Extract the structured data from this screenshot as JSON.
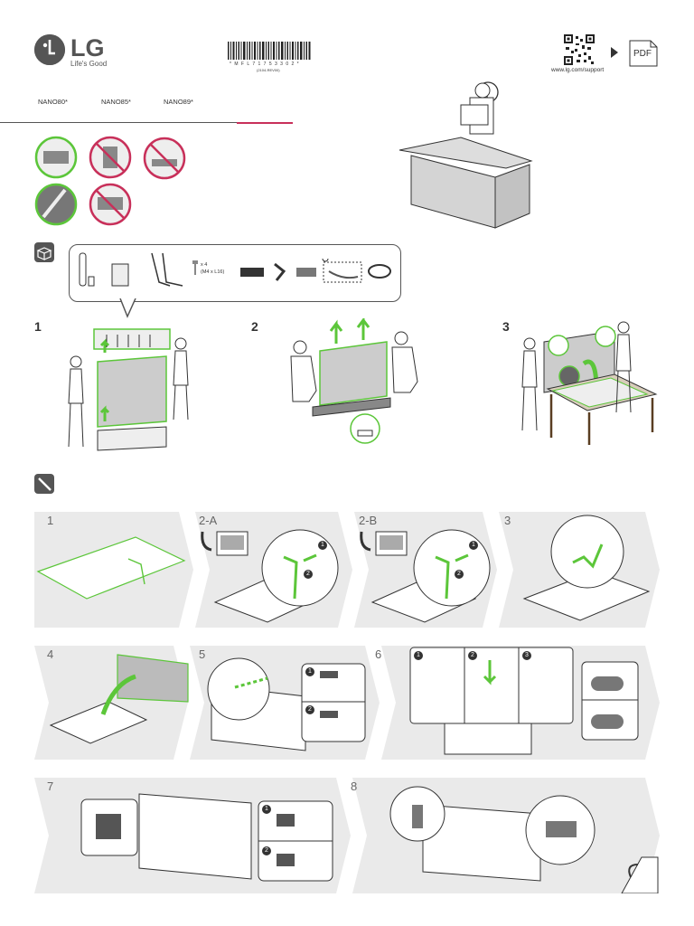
{
  "brand": {
    "logo_text": "LG",
    "tagline": "Life's Good"
  },
  "barcode": {
    "number": "* M F L 7 1 7 5 3 3 0 2 *",
    "revision": "(2104-REV00)"
  },
  "support": {
    "url": "www.lg.com/support",
    "pdf_label": "PDF"
  },
  "models": [
    "NANO80*",
    "NANO85*",
    "NANO89*"
  ],
  "parts": {
    "screw_count": "x 4",
    "screw_size": "(M4 x L16)"
  },
  "unpack_steps": [
    "1",
    "2",
    "3"
  ],
  "assembly_steps": [
    "1",
    "2-A",
    "2-B",
    "3",
    "4",
    "5",
    "6",
    "7",
    "8"
  ],
  "sub_markers": {
    "s2a": [
      "1",
      "2"
    ],
    "s2b": [
      "1",
      "2"
    ],
    "s5": [
      "1",
      "2"
    ],
    "s6": [
      "1",
      "2",
      "3"
    ],
    "s7": [
      "1",
      "2"
    ]
  },
  "colors": {
    "accent_green": "#5cc63a",
    "warning_pink": "#c8305a",
    "panel_gray": "#eaeaea",
    "dark_gray": "#555555"
  }
}
